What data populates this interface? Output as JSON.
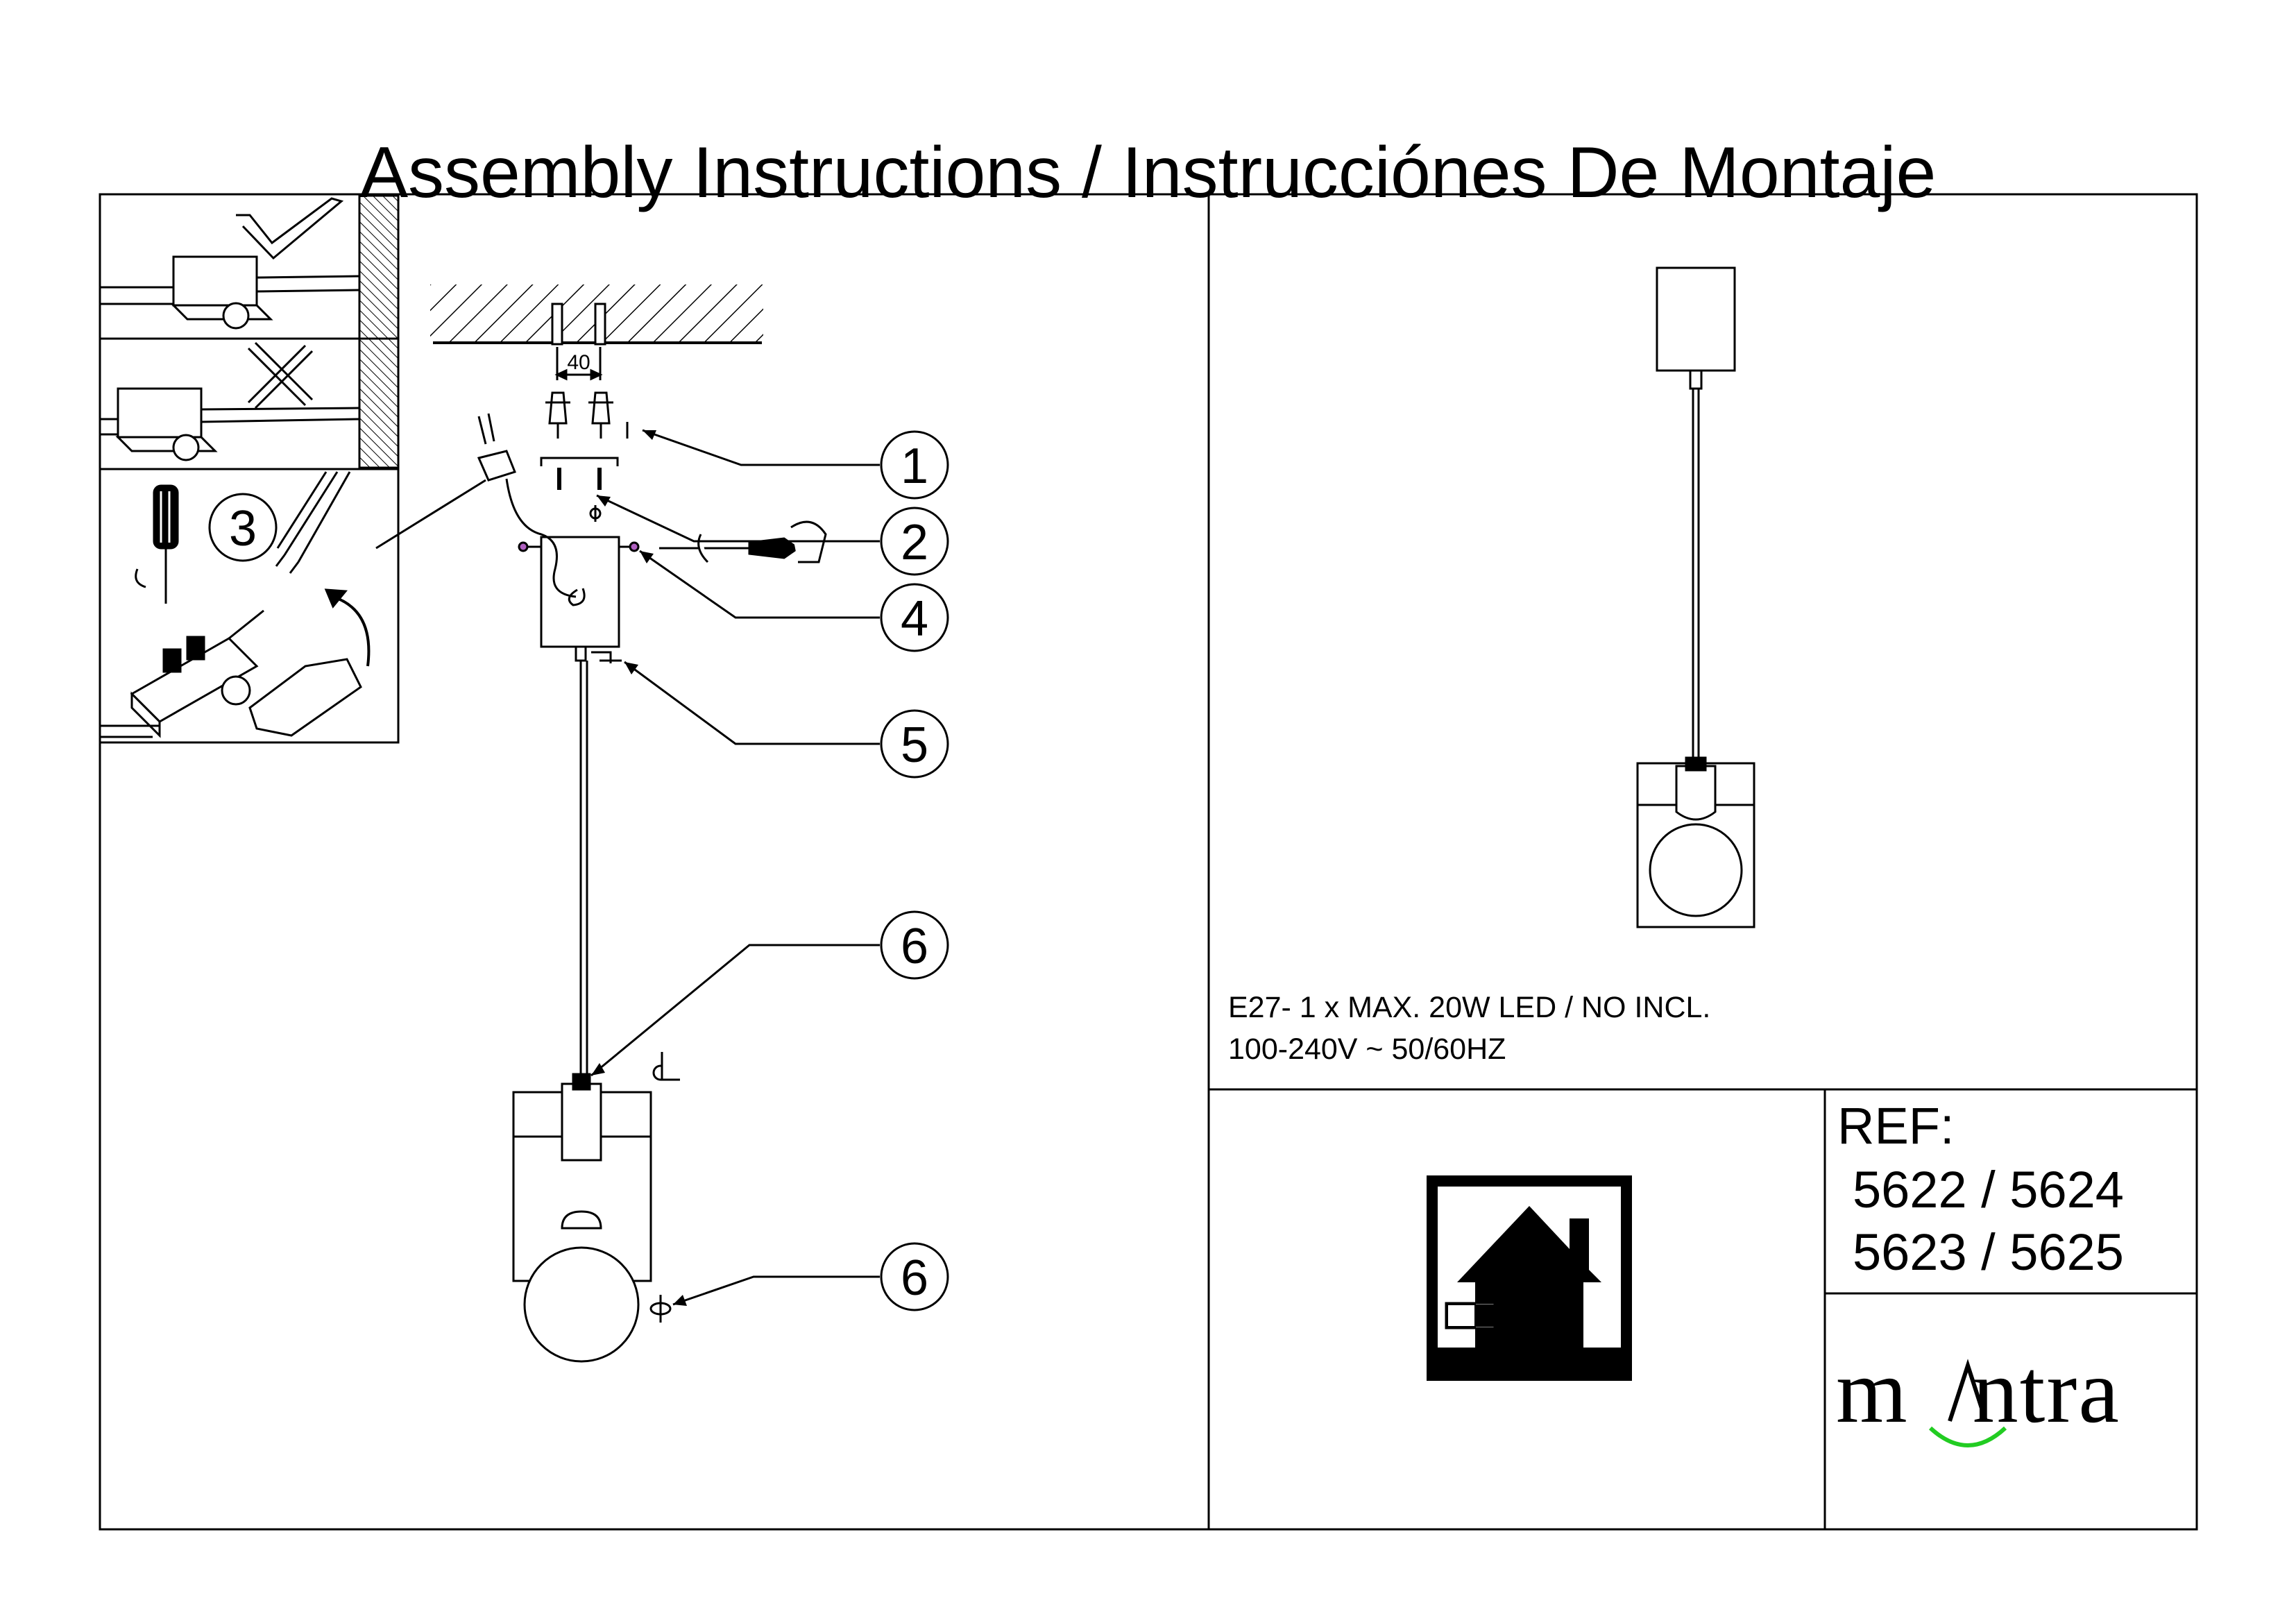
{
  "title": "Assembly Instructions / Instrucciónes De Montaje",
  "callouts": [
    "1",
    "2",
    "3",
    "4",
    "5",
    "6",
    "6"
  ],
  "dimension_label": "40",
  "specs": {
    "line1": "E27- 1 x MAX.  20W  LED / NO INCL.",
    "line2": "100-240V  ~  50/60HZ"
  },
  "reference": {
    "label": "REF:",
    "line1": "5622 / 5624",
    "line2": "5623 / 5625"
  },
  "brand": {
    "part1": "m",
    "part2": "ntra",
    "caret_color": "#000000",
    "smile_color": "#22cc22"
  },
  "icons": [
    "check-mark-icon",
    "cross-mark-icon",
    "screwdriver-icon",
    "indoor-use-house-icon"
  ]
}
